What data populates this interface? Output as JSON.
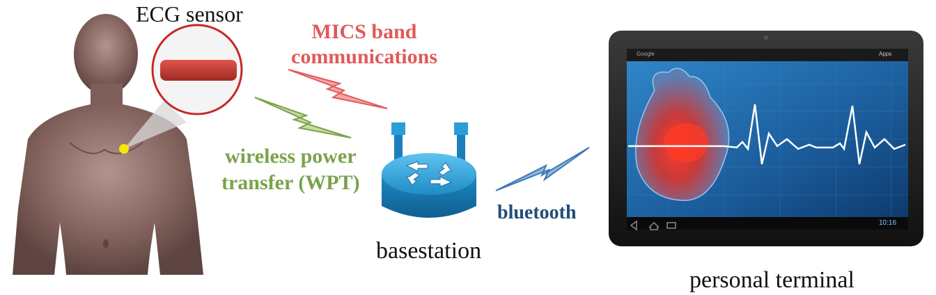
{
  "labels": {
    "ecg_sensor": "ECG sensor",
    "mics_line1": "MICS band",
    "mics_line2": "communications",
    "wpt_line1": "wireless power",
    "wpt_line2": "transfer (WPT)",
    "bluetooth": "bluetooth",
    "basestation": "basestation",
    "personal_terminal": "personal terminal"
  },
  "tablet": {
    "search_label": "Google",
    "apps_label": "Apps",
    "clock": "10:16"
  },
  "colors": {
    "mics": "#e05a5a",
    "wpt": "#7aa34a",
    "bluetooth": "#1f4e79",
    "router": "#2a9fd6",
    "sensor": "#c0322b",
    "screen_bg": "#1c5d9c",
    "ecg_trace": "#ffffff",
    "body": "#8a6b66"
  }
}
